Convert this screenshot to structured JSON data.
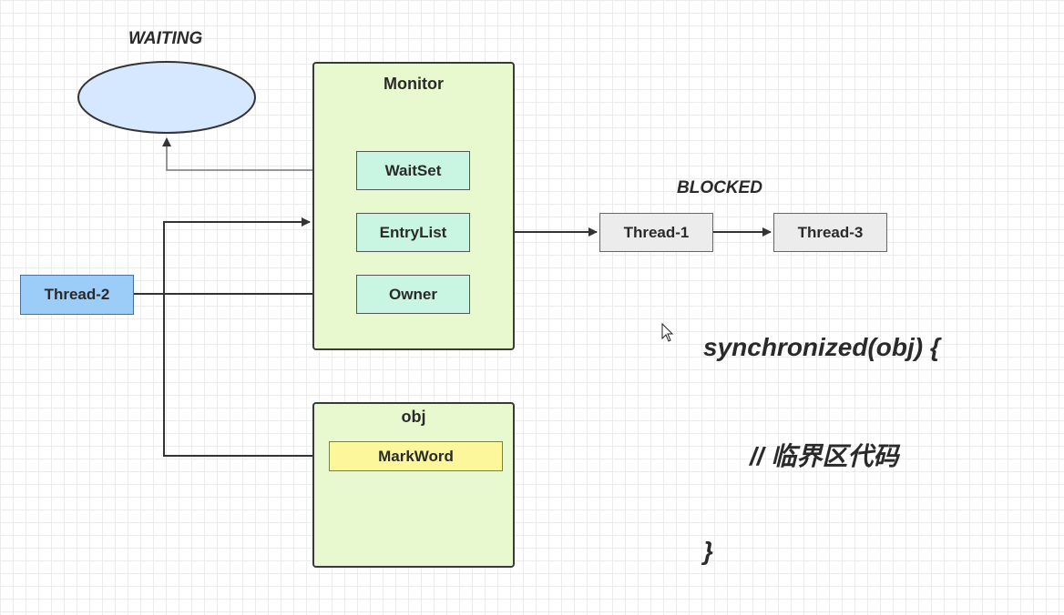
{
  "states": {
    "waiting": "WAITING",
    "blocked": "BLOCKED"
  },
  "monitor": {
    "title": "Monitor",
    "waitset": "WaitSet",
    "entrylist": "EntryList",
    "owner": "Owner"
  },
  "obj": {
    "title": "obj",
    "markword": "MarkWord"
  },
  "threads": {
    "t1": "Thread-1",
    "t2": "Thread-2",
    "t3": "Thread-3"
  },
  "code": {
    "line1": "synchronized(obj) {",
    "line2": "// 临界区代码",
    "line3": "}"
  },
  "colors": {
    "container_fill": "#e8f9cf",
    "mint": "#c9f5e3",
    "thread_grey": "#ececec",
    "thread_blue": "#9cccf8",
    "markword_yellow": "#fcf79a",
    "waiting_ellipse": "#d6e8ff"
  }
}
